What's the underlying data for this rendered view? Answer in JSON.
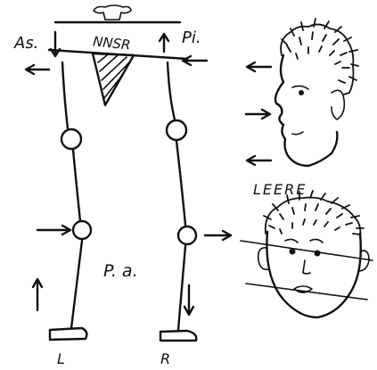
{
  "labels": {
    "left_top": "As.",
    "right_top": "Pi.",
    "center_top": "NNSR",
    "middle": "P. a.",
    "left_foot": "L",
    "right_foot": "R",
    "face_label": "LEERE"
  },
  "icons": {
    "pelvis_top": "pedestal-icon",
    "face_profile": "profile-face-icon",
    "face_front": "front-face-icon"
  }
}
